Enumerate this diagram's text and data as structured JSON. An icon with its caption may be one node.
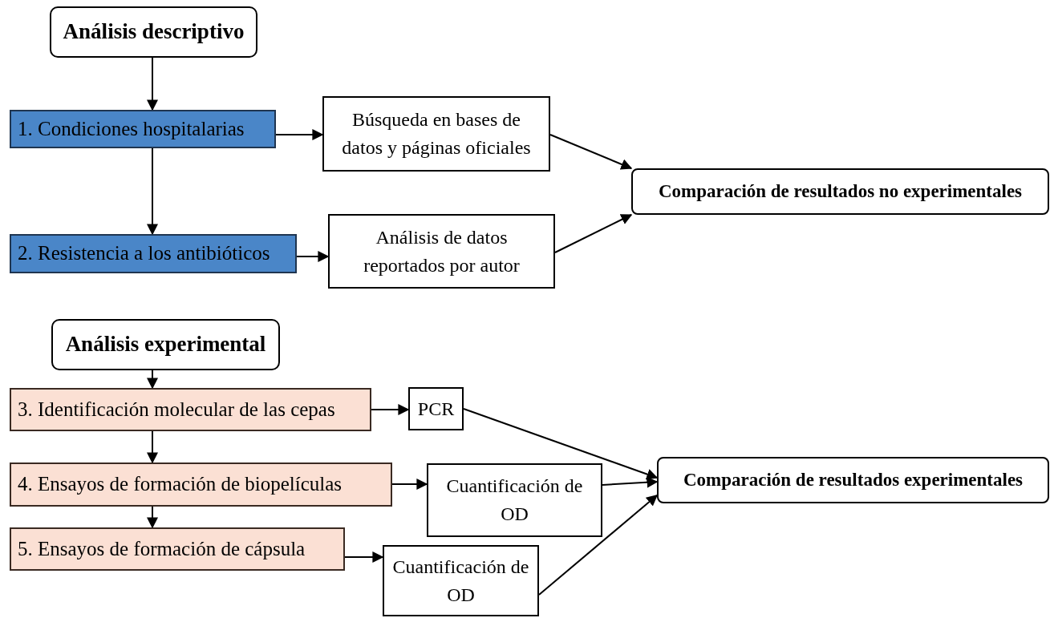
{
  "diagram": {
    "nodes": [
      {
        "text": [
          "Análisis descriptivo"
        ]
      },
      {
        "text": [
          "1. Condiciones hospitalarias"
        ]
      },
      {
        "text": [
          "Búsqueda en bases de datos y páginas oficiales"
        ]
      },
      {
        "text": [
          "Comparación de resultados no experimentales"
        ]
      },
      {
        "text": [
          "2. Resistencia a los antibióticos"
        ]
      },
      {
        "text": [
          "Análisis de datos reportados por autor"
        ]
      },
      {
        "text": [
          "Análisis experimental"
        ]
      },
      {
        "text": [
          "3. Identificación molecular de las cepas"
        ]
      },
      {
        "text": [
          "PCR"
        ]
      },
      {
        "text": [
          "Comparación de resultados experimentales"
        ]
      },
      {
        "text": [
          "4. Ensayos de formación de biopelículas"
        ]
      },
      {
        "text": [
          "Cuantificación de OD"
        ]
      },
      {
        "text": [
          "5. Ensayos de formación de cápsula"
        ]
      },
      {
        "text": [
          "Cuantificación de OD"
        ]
      }
    ],
    "edges": [
      {
        "from": 0,
        "to": 1,
        "arrow": "to"
      },
      {
        "from": 1,
        "to": 2,
        "arrow": "to"
      },
      {
        "from": 1,
        "to": 4,
        "arrow": "to"
      },
      {
        "from": 2,
        "to": 3,
        "arrow": "to"
      },
      {
        "from": 4,
        "to": 5,
        "arrow": "to"
      },
      {
        "from": 5,
        "to": 3,
        "arrow": "to"
      },
      {
        "from": 6,
        "to": 7,
        "arrow": "to"
      },
      {
        "from": 7,
        "to": 8,
        "arrow": "to"
      },
      {
        "from": 7,
        "to": 10,
        "arrow": "to"
      },
      {
        "from": 8,
        "to": 9,
        "arrow": "to"
      },
      {
        "from": 10,
        "to": 11,
        "arrow": "to"
      },
      {
        "from": 10,
        "to": 12,
        "arrow": "to"
      },
      {
        "from": 11,
        "to": 9,
        "arrow": "to"
      },
      {
        "from": 12,
        "to": 13,
        "arrow": "to"
      },
      {
        "from": 13,
        "to": 9,
        "arrow": "to"
      }
    ]
  }
}
